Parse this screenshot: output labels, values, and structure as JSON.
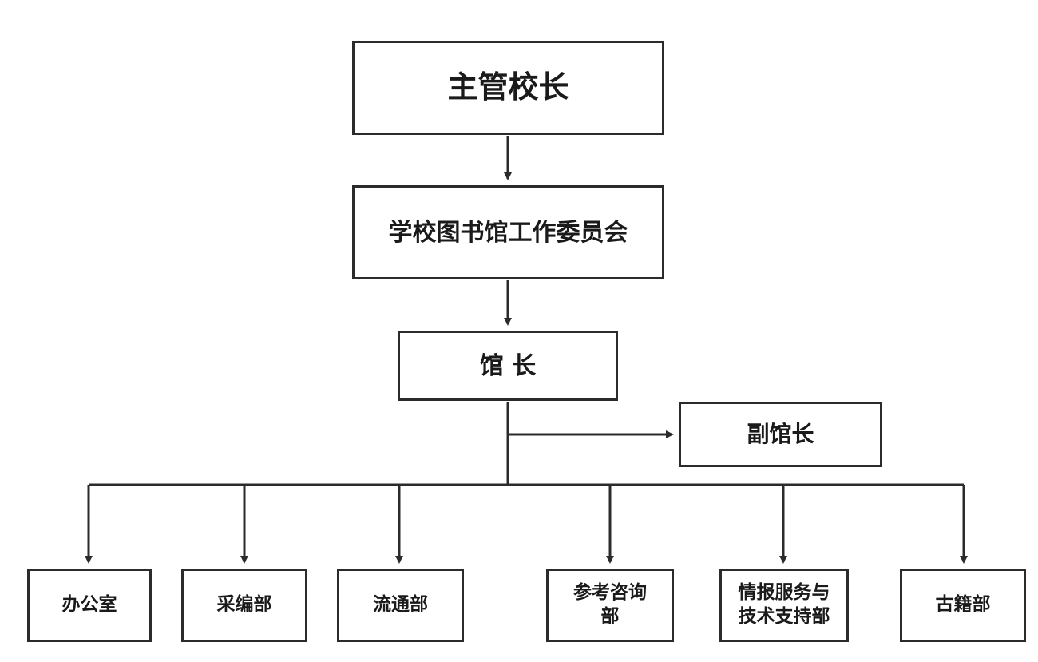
{
  "diagram": {
    "nodes": {
      "principal": "主管校长",
      "committee": "学校图书馆工作委员会",
      "director": "馆长",
      "deputy": "副馆长",
      "departments": [
        {
          "id": "office",
          "lines": [
            "办公室"
          ]
        },
        {
          "id": "catalog",
          "lines": [
            "采编部"
          ]
        },
        {
          "id": "circulation",
          "lines": [
            "流通部"
          ]
        },
        {
          "id": "reference",
          "lines": [
            "参考咨询",
            "部"
          ]
        },
        {
          "id": "info",
          "lines": [
            "情报服务与",
            "技术支持部"
          ]
        },
        {
          "id": "ancient",
          "lines": [
            "古籍部"
          ]
        }
      ]
    },
    "edges": [
      {
        "from": "principal",
        "to": "committee"
      },
      {
        "from": "committee",
        "to": "director"
      },
      {
        "from": "director",
        "to": "deputy"
      },
      {
        "from": "director",
        "to": "office"
      },
      {
        "from": "director",
        "to": "catalog"
      },
      {
        "from": "director",
        "to": "circulation"
      },
      {
        "from": "director",
        "to": "reference"
      },
      {
        "from": "director",
        "to": "info"
      },
      {
        "from": "director",
        "to": "ancient"
      }
    ],
    "colors": {
      "line": "#2b2b2b",
      "border": "#2b2b2b",
      "text": "#1a1a1a",
      "background": "#ffffff"
    }
  }
}
